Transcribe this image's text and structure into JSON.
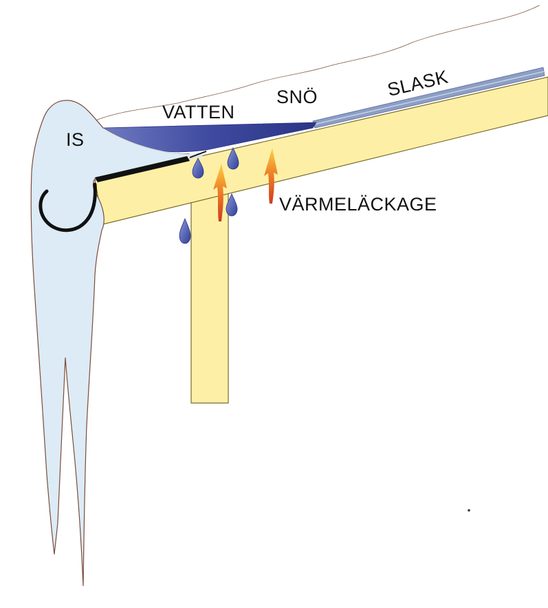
{
  "labels": {
    "is": "IS",
    "vatten": "VATTEN",
    "sno": "SNÖ",
    "slask": "SLASK",
    "varmelackage": "VÄRMELÄCKAGE"
  },
  "colors": {
    "beam": "#fdf0a6",
    "beam_outline": "#7a6a2a",
    "ice": "#dcebf5",
    "ice_outline": "#7a4a3a",
    "water": "#4a56a8",
    "slush": "#8c9ec4",
    "drop": "#4b5fb0",
    "heat": "#e0542a",
    "gutter": "#111111"
  }
}
